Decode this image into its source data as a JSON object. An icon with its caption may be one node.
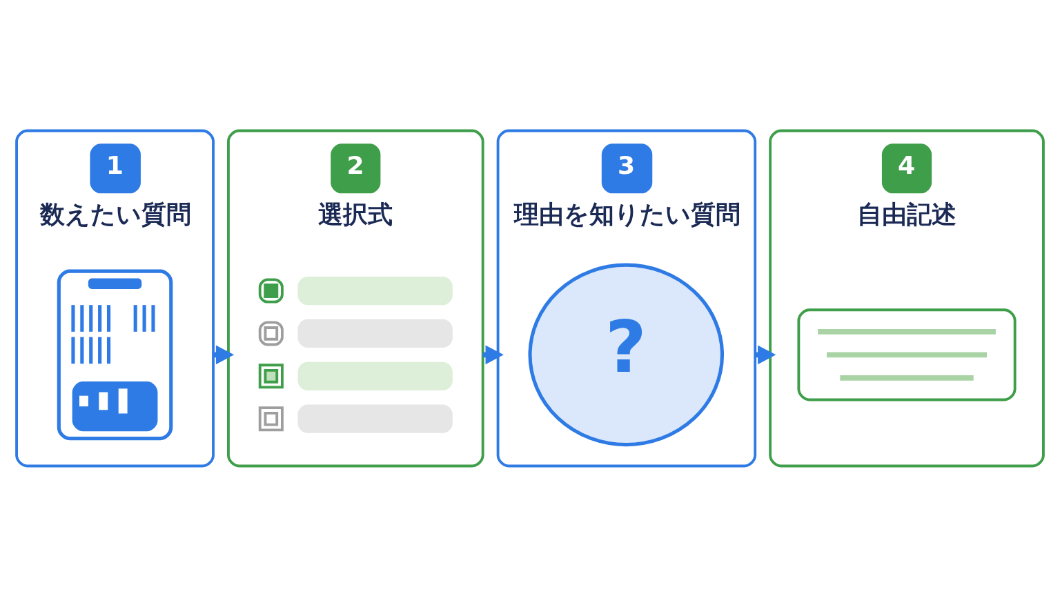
{
  "diagram": {
    "nodes": [
      {
        "text": [
          "1",
          "数えたい質問"
        ]
      },
      {
        "text": [],
        "shape": "picture",
        "in": 0
      },
      {
        "text": [
          "2",
          "選択式"
        ]
      },
      {
        "text": [],
        "shape": "picture",
        "in": 2
      },
      {
        "text": [
          "3",
          "理由を知りたい質問"
        ]
      },
      {
        "text": [
          "?"
        ],
        "in": 4
      },
      {
        "text": [
          "4",
          "自由記述"
        ]
      },
      {
        "text": [],
        "shape": "picture",
        "in": 6
      }
    ],
    "edges": [
      {
        "from": 0,
        "to": 2,
        "arrow": "to"
      },
      {
        "from": 2,
        "to": 4,
        "arrow": "to"
      },
      {
        "from": 4,
        "to": 6,
        "arrow": "to"
      }
    ]
  }
}
